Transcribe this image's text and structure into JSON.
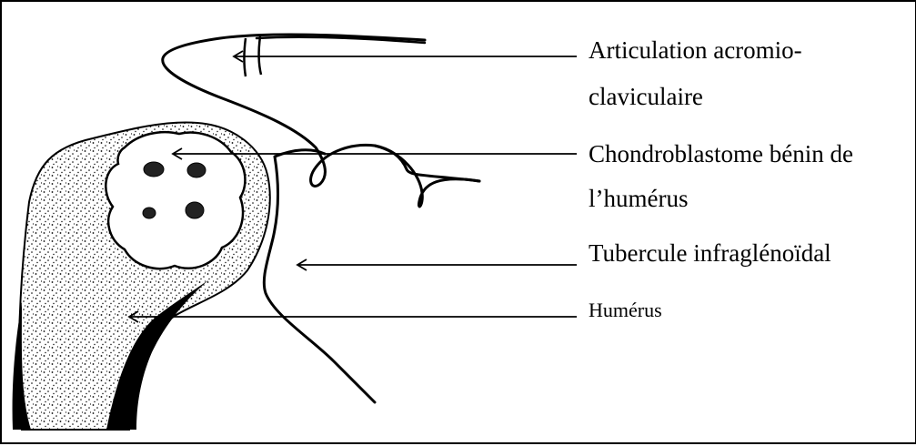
{
  "labels": {
    "acromio_line1": "Articulation acromio-",
    "acromio_line2": "claviculaire",
    "chondro_line1": "Chondroblastome bénin de",
    "chondro_line2": "l’humérus",
    "tubercule": "Tubercule infraglénoïdal",
    "humerus": "Humérus"
  },
  "colors": {
    "ink": "#000000",
    "background": "#ffffff"
  }
}
